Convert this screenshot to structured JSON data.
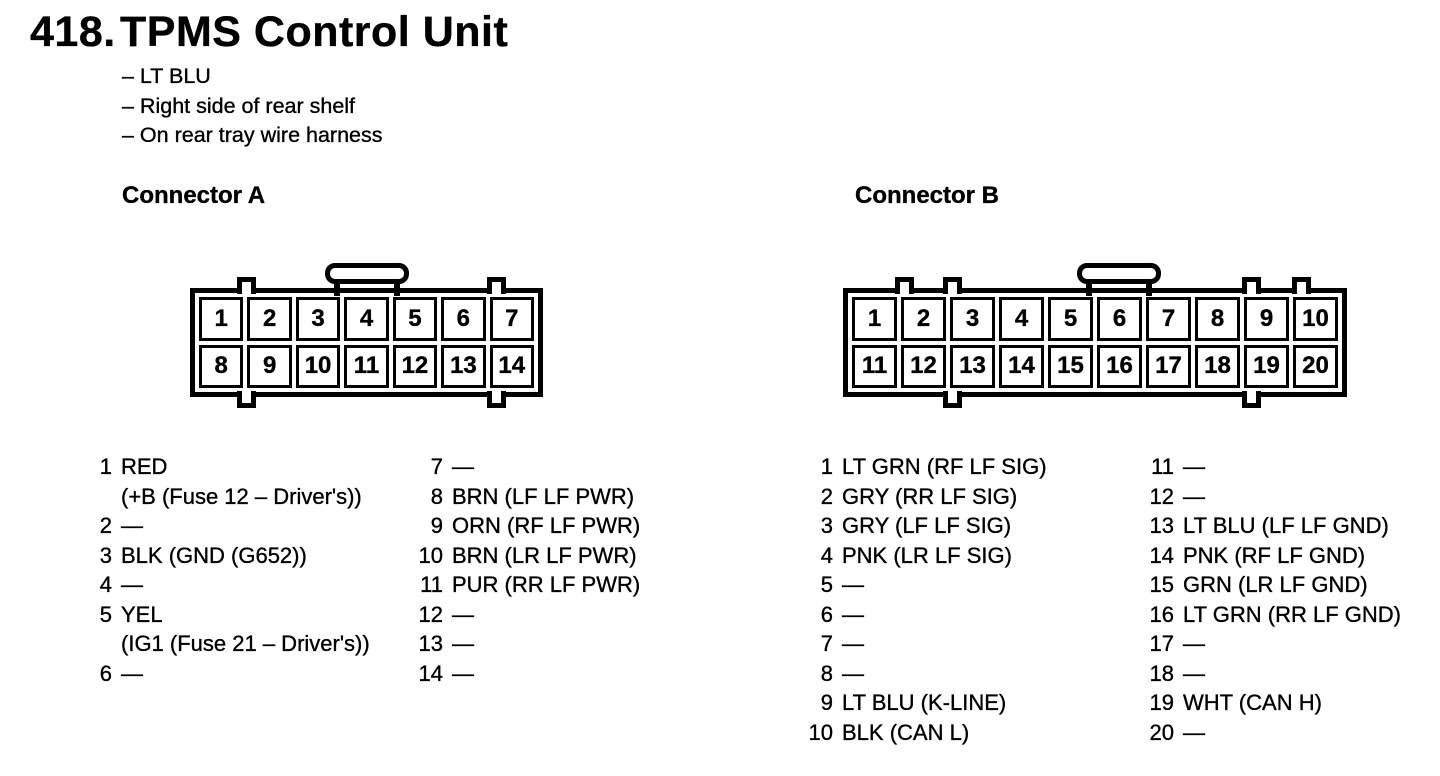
{
  "header": {
    "number": "418.",
    "title": "TPMS Control Unit",
    "notes": [
      "– LT BLU",
      "– Right side of rear shelf",
      "– On rear tray wire harness"
    ]
  },
  "colors": {
    "ink": "#000000",
    "paper": "#ffffff"
  },
  "connector_a": {
    "title": "Connector A",
    "grid": [
      "1",
      "2",
      "3",
      "4",
      "5",
      "6",
      "7",
      "8",
      "9",
      "10",
      "11",
      "12",
      "13",
      "14"
    ],
    "list_left": [
      {
        "num": "1",
        "text": "RED",
        "text2": "(+B (Fuse 12 – Driver's))"
      },
      {
        "num": "2",
        "text": "—"
      },
      {
        "num": "3",
        "text": "BLK (GND (G652))"
      },
      {
        "num": "4",
        "text": "—"
      },
      {
        "num": "5",
        "text": "YEL",
        "text2": "(IG1 (Fuse 21 – Driver's))"
      },
      {
        "num": "6",
        "text": "—"
      }
    ],
    "list_right": [
      {
        "num": "7",
        "text": "—"
      },
      {
        "num": "8",
        "text": "BRN (LF LF PWR)"
      },
      {
        "num": "9",
        "text": "ORN (RF LF PWR)"
      },
      {
        "num": "10",
        "text": "BRN (LR LF PWR)"
      },
      {
        "num": "11",
        "text": "PUR (RR LF PWR)"
      },
      {
        "num": "12",
        "text": "—"
      },
      {
        "num": "13",
        "text": "—"
      },
      {
        "num": "14",
        "text": "—"
      }
    ]
  },
  "connector_b": {
    "title": "Connector B",
    "grid": [
      "1",
      "2",
      "3",
      "4",
      "5",
      "6",
      "7",
      "8",
      "9",
      "10",
      "11",
      "12",
      "13",
      "14",
      "15",
      "16",
      "17",
      "18",
      "19",
      "20"
    ],
    "list_left": [
      {
        "num": "1",
        "text": "LT GRN (RF LF SIG)"
      },
      {
        "num": "2",
        "text": "GRY (RR LF SIG)"
      },
      {
        "num": "3",
        "text": "GRY (LF LF SIG)"
      },
      {
        "num": "4",
        "text": "PNK (LR LF SIG)"
      },
      {
        "num": "5",
        "text": "—"
      },
      {
        "num": "6",
        "text": "—"
      },
      {
        "num": "7",
        "text": "—"
      },
      {
        "num": "8",
        "text": "—"
      },
      {
        "num": "9",
        "text": "LT BLU (K-LINE)"
      },
      {
        "num": "10",
        "text": "BLK (CAN L)"
      }
    ],
    "list_right": [
      {
        "num": "11",
        "text": "—"
      },
      {
        "num": "12",
        "text": "—"
      },
      {
        "num": "13",
        "text": "LT BLU (LF LF GND)"
      },
      {
        "num": "14",
        "text": "PNK (RF LF GND)"
      },
      {
        "num": "15",
        "text": "GRN (LR LF GND)"
      },
      {
        "num": "16",
        "text": "LT GRN (RR LF GND)"
      },
      {
        "num": "17",
        "text": "—"
      },
      {
        "num": "18",
        "text": "—"
      },
      {
        "num": "19",
        "text": "WHT (CAN H)"
      },
      {
        "num": "20",
        "text": "—"
      }
    ]
  }
}
